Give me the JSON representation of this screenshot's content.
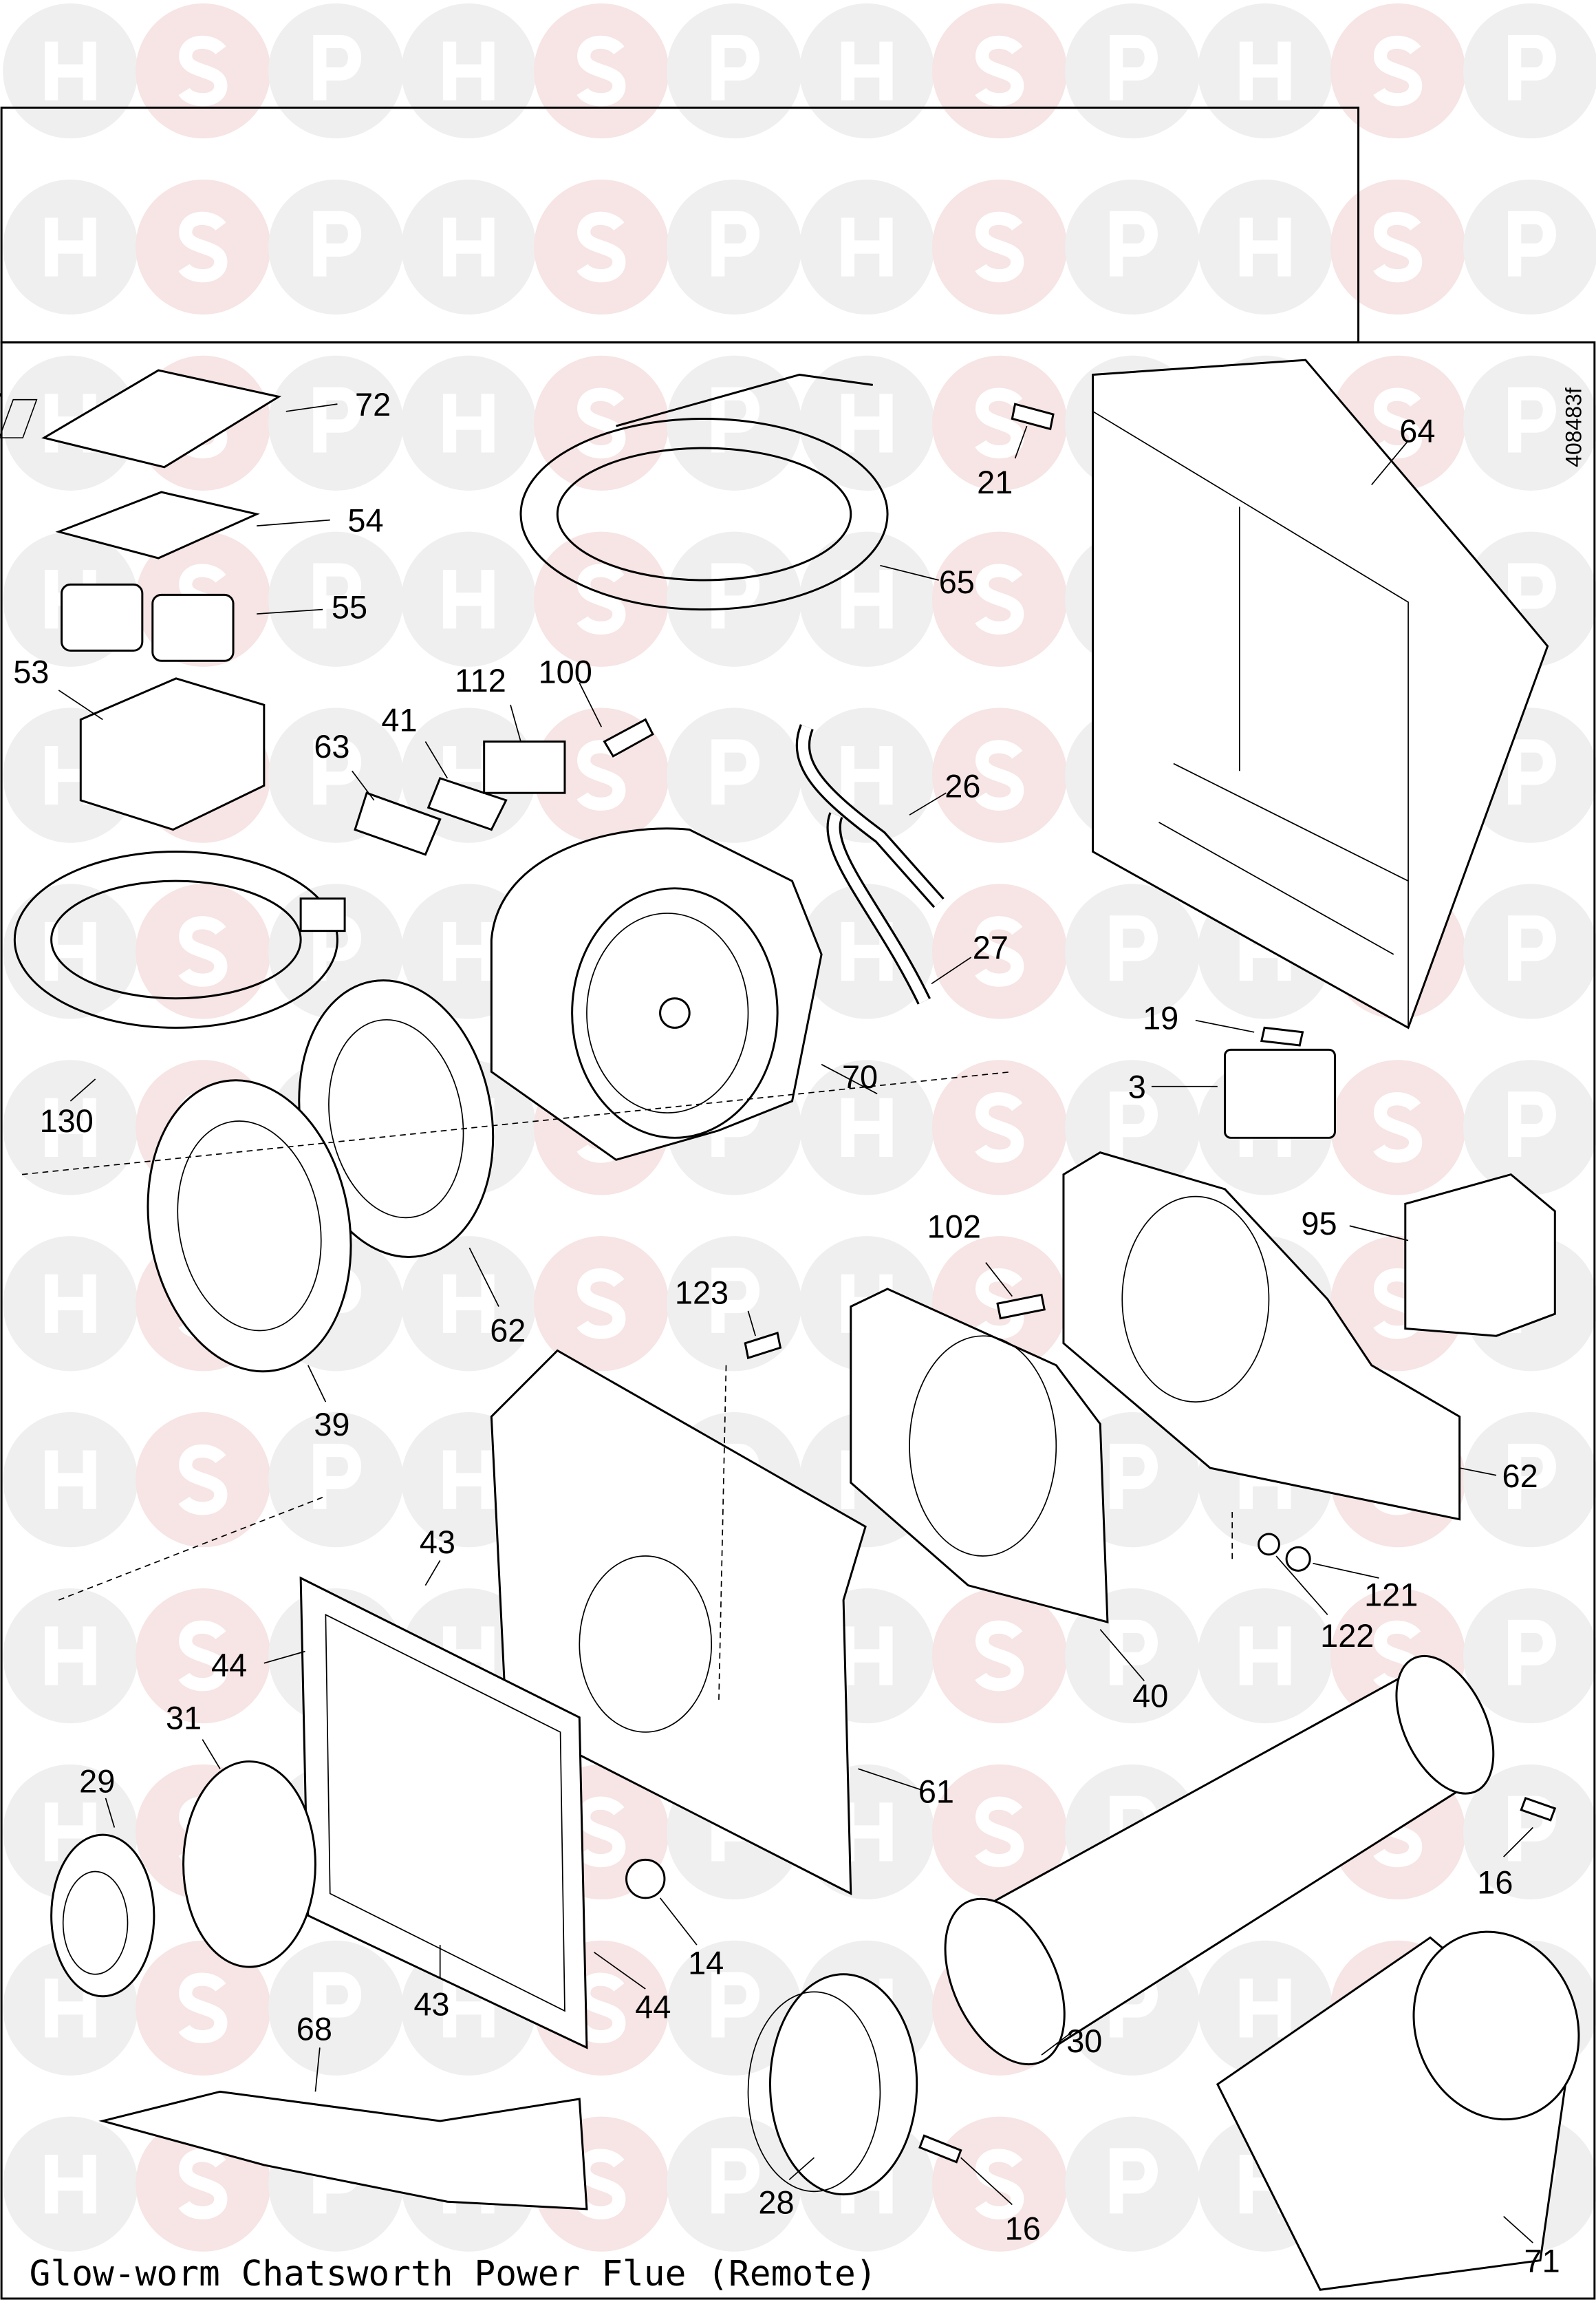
{
  "title": "Glow-worm Chatsworth Power Flue (Remote)",
  "drawing_code": "408483f",
  "watermark": {
    "letters": [
      "H",
      "S",
      "P"
    ],
    "colors": {
      "gray": "#efefef",
      "pink": "#f7e4e4",
      "blue": "#dce8f3"
    }
  },
  "labels": [
    {
      "id": "72",
      "text": "72"
    },
    {
      "id": "54",
      "text": "54"
    },
    {
      "id": "55",
      "text": "55"
    },
    {
      "id": "53",
      "text": "53"
    },
    {
      "id": "112",
      "text": "112"
    },
    {
      "id": "100",
      "text": "100"
    },
    {
      "id": "41",
      "text": "41"
    },
    {
      "id": "63",
      "text": "63"
    },
    {
      "id": "130",
      "text": "130"
    },
    {
      "id": "62a",
      "text": "62"
    },
    {
      "id": "39",
      "text": "39"
    },
    {
      "id": "21",
      "text": "21"
    },
    {
      "id": "64",
      "text": "64"
    },
    {
      "id": "65",
      "text": "65"
    },
    {
      "id": "26",
      "text": "26"
    },
    {
      "id": "27",
      "text": "27"
    },
    {
      "id": "70",
      "text": "70"
    },
    {
      "id": "19",
      "text": "19"
    },
    {
      "id": "3",
      "text": "3"
    },
    {
      "id": "95",
      "text": "95"
    },
    {
      "id": "102",
      "text": "102"
    },
    {
      "id": "123",
      "text": "123"
    },
    {
      "id": "62b",
      "text": "62"
    },
    {
      "id": "121",
      "text": "121"
    },
    {
      "id": "122",
      "text": "122"
    },
    {
      "id": "40",
      "text": "40"
    },
    {
      "id": "43a",
      "text": "43"
    },
    {
      "id": "44a",
      "text": "44"
    },
    {
      "id": "31",
      "text": "31"
    },
    {
      "id": "29",
      "text": "29"
    },
    {
      "id": "61",
      "text": "61"
    },
    {
      "id": "16a",
      "text": "16"
    },
    {
      "id": "14",
      "text": "14"
    },
    {
      "id": "43b",
      "text": "43"
    },
    {
      "id": "44b",
      "text": "44"
    },
    {
      "id": "68",
      "text": "68"
    },
    {
      "id": "30",
      "text": "30"
    },
    {
      "id": "28",
      "text": "28"
    },
    {
      "id": "16b",
      "text": "16"
    },
    {
      "id": "71",
      "text": "71"
    }
  ]
}
